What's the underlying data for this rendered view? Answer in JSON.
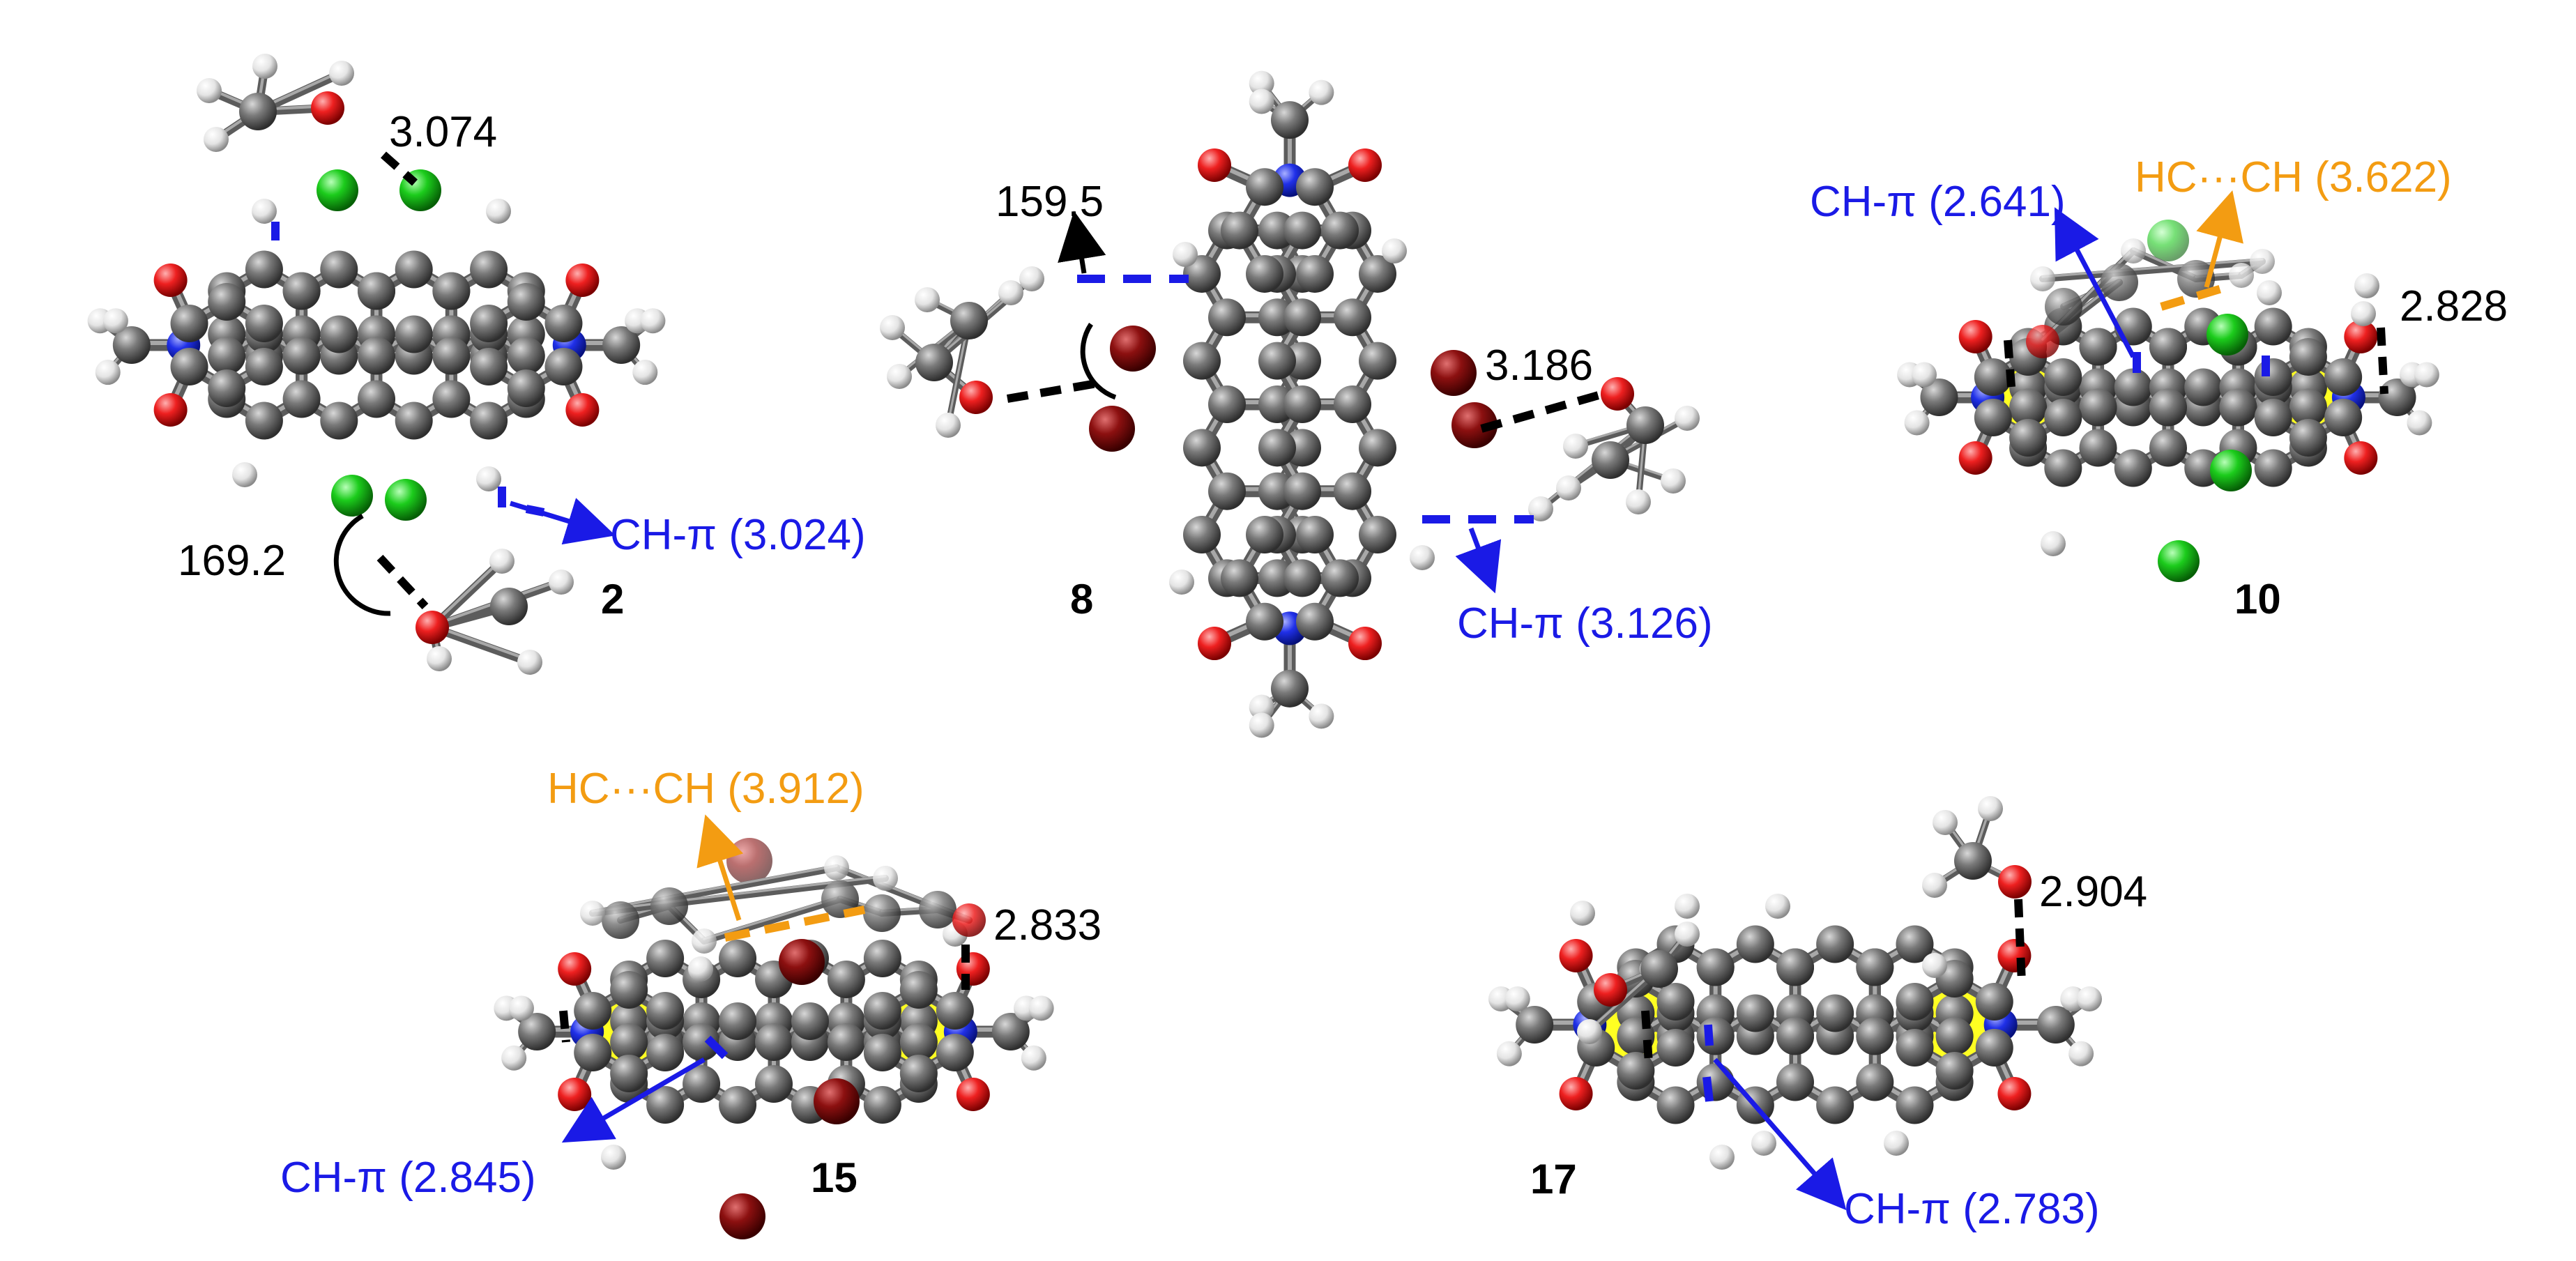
{
  "panels": [
    {
      "id": "2",
      "number_label": "2",
      "annotations": [
        {
          "text": "3.074",
          "kind": "distance",
          "color": "#000000"
        },
        {
          "text": "169.2",
          "kind": "angle",
          "color": "#000000"
        },
        {
          "text": "CH-π (3.024)",
          "kind": "ch-pi",
          "color": "#1a1ae6"
        }
      ]
    },
    {
      "id": "8",
      "number_label": "8",
      "annotations": [
        {
          "text": "159.5",
          "kind": "angle",
          "color": "#000000"
        },
        {
          "text": "3.186",
          "kind": "distance",
          "color": "#000000"
        },
        {
          "text": "CH-π (3.126)",
          "kind": "ch-pi",
          "color": "#1a1ae6"
        }
      ]
    },
    {
      "id": "10",
      "number_label": "10",
      "annotations": [
        {
          "text": "CH-π (2.641)",
          "kind": "ch-pi",
          "color": "#1a1ae6"
        },
        {
          "text": "HC···CH (3.622)",
          "kind": "hc-ch",
          "color": "#f39c12"
        },
        {
          "text": "2.828",
          "kind": "distance",
          "color": "#000000"
        }
      ]
    },
    {
      "id": "15",
      "number_label": "15",
      "annotations": [
        {
          "text": "HC···CH (3.912)",
          "kind": "hc-ch",
          "color": "#f39c12"
        },
        {
          "text": "2.833",
          "kind": "distance",
          "color": "#000000"
        },
        {
          "text": "CH-π (2.845)",
          "kind": "ch-pi",
          "color": "#1a1ae6"
        }
      ]
    },
    {
      "id": "17",
      "number_label": "17",
      "annotations": [
        {
          "text": "2.904",
          "kind": "distance",
          "color": "#000000"
        },
        {
          "text": "CH-π (2.783)",
          "kind": "ch-pi",
          "color": "#1a1ae6"
        }
      ]
    }
  ],
  "atom_colors": {
    "carbon": "#6e6e6e",
    "hydrogen": "#e6e6e6",
    "oxygen": "#e01818",
    "nitrogen": "#1c2ee0",
    "chlorine": "#18c418",
    "bromine": "#8a1010",
    "ring_highlight": "#ffff22"
  }
}
